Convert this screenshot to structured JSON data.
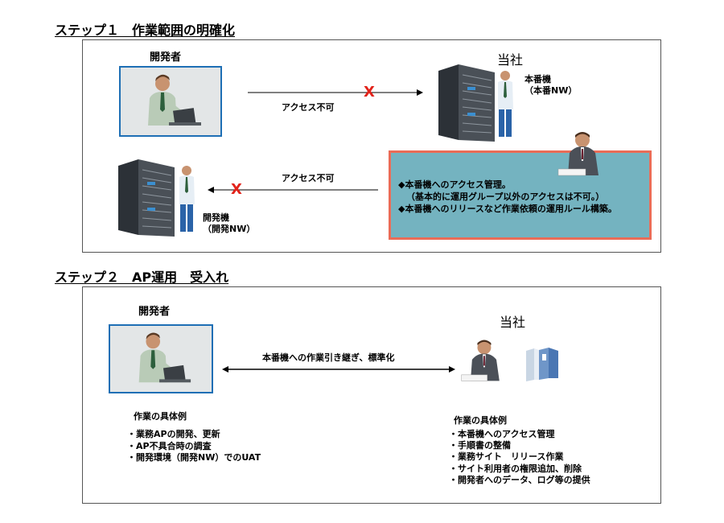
{
  "step1": {
    "title": "ステップ１　作業範囲の明確化",
    "developer_label": "開発者",
    "company_label": "当社",
    "prod_server_label": "本番機",
    "prod_server_nw": "（本番NW）",
    "dev_server_label": "開発機",
    "dev_server_nw": "（開発NW）",
    "arrow_top_label": "アクセス不可",
    "arrow_bottom_label": "アクセス不可",
    "block_mark": "X",
    "note_lines": [
      "◆本番機へのアクセス管理。",
      "（基本的に運用グループ以外のアクセスは不可。）",
      "◆本番機へのリリースなど作業依頼の運用ルール構築。"
    ]
  },
  "step2": {
    "title": "ステップ２　AP運用　受入れ",
    "developer_label": "開発者",
    "company_label": "当社",
    "arrow_label": "本番機への作業引き継ぎ、標準化",
    "dev_examples_title": "作業の具体例",
    "dev_examples": [
      "・業務APの開発、更新",
      "・AP不具合時の調査",
      "・開発環境（開発NW）でのUAT"
    ],
    "company_examples_title": "作業の具体例",
    "company_examples": [
      "・本番機へのアクセス管理",
      "・手順書の整備",
      "・業務サイト　リリース作業",
      "・サイト利用者の権限追加、削除",
      "・開発者へのデータ、ログ等の提供"
    ]
  },
  "colors": {
    "developer_box_border": "#1e6fb5",
    "note_fill": "#74b3c0",
    "note_border": "#ea6c57",
    "block_mark": "#e2231a"
  }
}
